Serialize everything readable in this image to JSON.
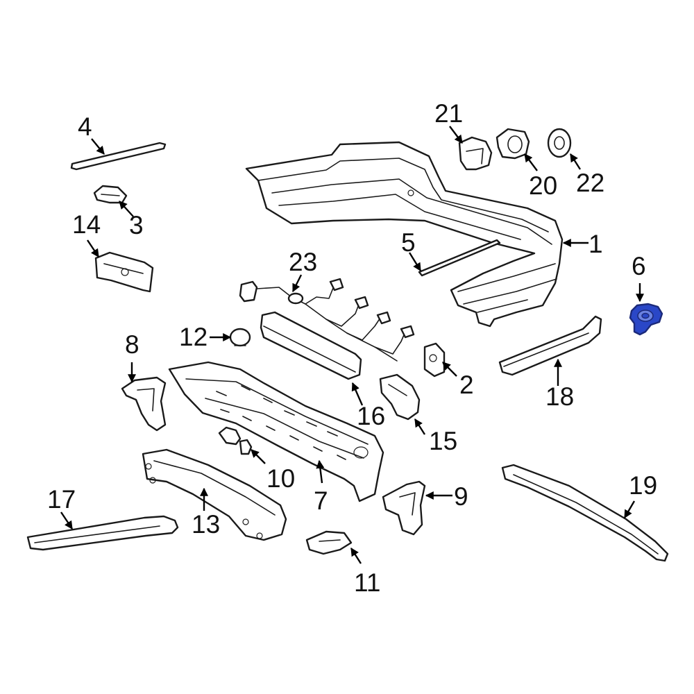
{
  "diagram": {
    "highlight_color": "#2a47c7",
    "callouts": [
      {
        "id": "c1",
        "text": "1"
      },
      {
        "id": "c2",
        "text": "2"
      },
      {
        "id": "c3",
        "text": "3"
      },
      {
        "id": "c4",
        "text": "4"
      },
      {
        "id": "c5",
        "text": "5"
      },
      {
        "id": "c6",
        "text": "6"
      },
      {
        "id": "c7",
        "text": "7"
      },
      {
        "id": "c8",
        "text": "8"
      },
      {
        "id": "c9",
        "text": "9"
      },
      {
        "id": "c10",
        "text": "10"
      },
      {
        "id": "c11",
        "text": "11"
      },
      {
        "id": "c12",
        "text": "12"
      },
      {
        "id": "c13",
        "text": "13"
      },
      {
        "id": "c14",
        "text": "14"
      },
      {
        "id": "c15",
        "text": "15"
      },
      {
        "id": "c16",
        "text": "16"
      },
      {
        "id": "c17",
        "text": "17"
      },
      {
        "id": "c18",
        "text": "18"
      },
      {
        "id": "c19",
        "text": "19"
      },
      {
        "id": "c20",
        "text": "20"
      },
      {
        "id": "c21",
        "text": "21"
      },
      {
        "id": "c22",
        "text": "22"
      },
      {
        "id": "c23",
        "text": "23"
      }
    ]
  }
}
